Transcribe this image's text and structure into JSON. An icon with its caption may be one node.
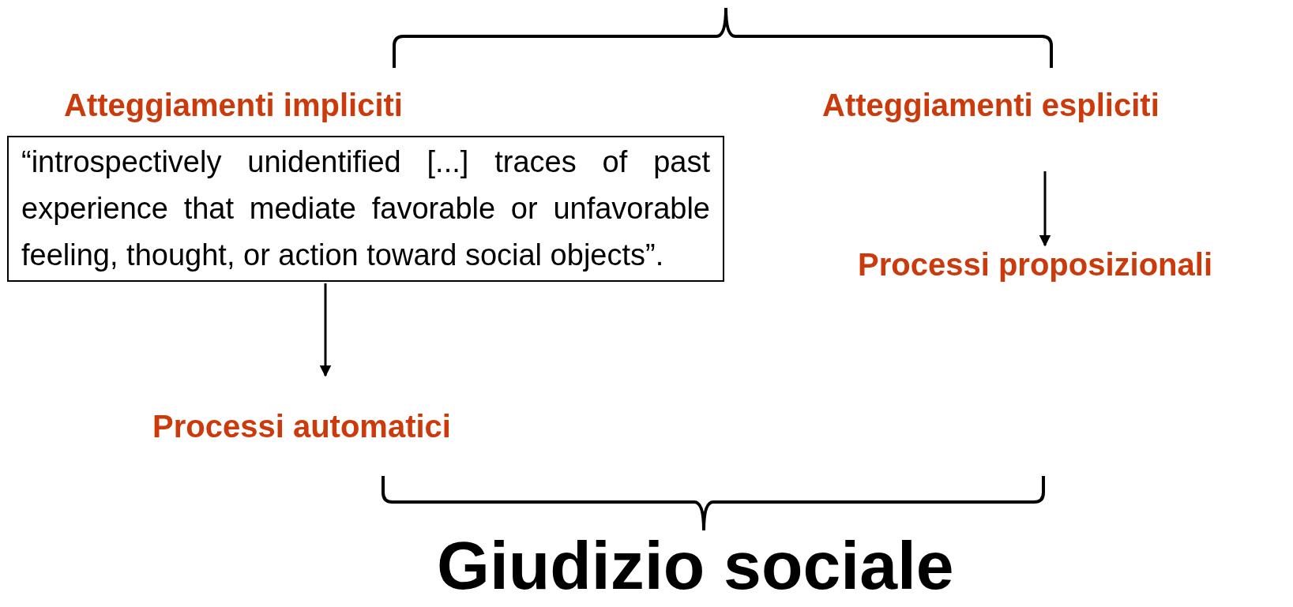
{
  "diagram": {
    "nodes": [
      {
        "text": [
          "Atteggiamenti impliciti"
        ]
      },
      {
        "text": [
          "“introspectively unidentified [...] traces of past experience that mediate favorable or unfavorable feeling, thought, or action toward social objects”."
        ]
      },
      {
        "text": [
          "Processi automatici"
        ]
      },
      {
        "text": [
          "Atteggiamenti espliciti"
        ]
      },
      {
        "text": [
          "Processi proposizionali"
        ]
      },
      {
        "text": [
          "Giudizio sociale"
        ]
      }
    ],
    "edges": [
      {
        "from": 1,
        "to": 2,
        "arrow": "to"
      },
      {
        "from": 3,
        "to": 4,
        "arrow": "to"
      }
    ]
  }
}
